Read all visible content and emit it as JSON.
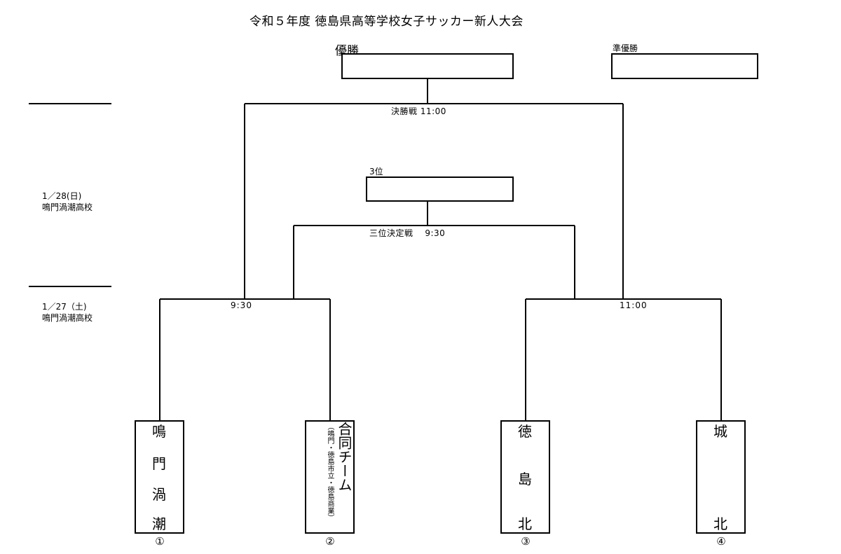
{
  "title": "令和５年度 徳島県高等学校女子サッカー新人大会",
  "labels": {
    "champion": "優勝",
    "runner_up": "準優勝",
    "third_place": "3位",
    "final": "決勝戦 11:00",
    "third_place_match": "三位決定戦　 9:30",
    "semi_left_time": "9:30",
    "semi_right_time": "11:00"
  },
  "schedule": {
    "day2_date": "1／28(日)",
    "day2_venue": "鳴門渦潮高校",
    "day1_date": "1／27（土)",
    "day1_venue": "鳴門渦潮高校"
  },
  "teams": [
    {
      "seed": "①",
      "chars": [
        "鳴",
        "門",
        "渦",
        "潮"
      ]
    },
    {
      "seed": "②",
      "name": "合同チーム",
      "note": "（鳴門・徳島市立・徳島商業）"
    },
    {
      "seed": "③",
      "chars": [
        "徳",
        "島",
        "北"
      ]
    },
    {
      "seed": "④",
      "chars": [
        "城",
        "北"
      ]
    }
  ]
}
